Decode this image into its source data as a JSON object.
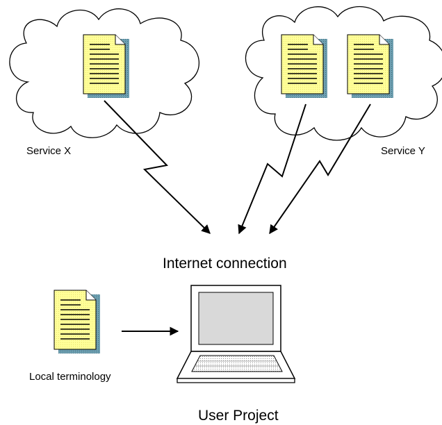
{
  "diagram": {
    "services": [
      {
        "label": "Service X"
      },
      {
        "label": "Service Y"
      }
    ],
    "connection_label": "Internet connection",
    "local_label": "Local terminology",
    "project_label": "User Project"
  },
  "colors": {
    "document_fill": "#ffff99",
    "document_shadow": "#6699aa",
    "cloud_fill": "#ffffff",
    "line": "#000000",
    "screen": "#d9d9d9"
  }
}
